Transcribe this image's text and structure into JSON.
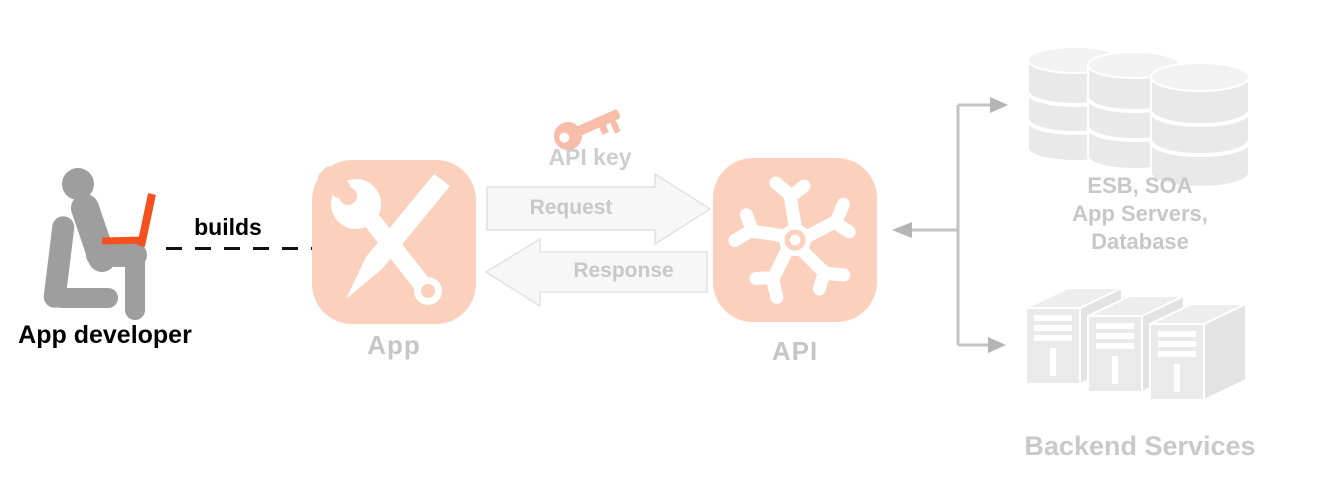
{
  "diagram": {
    "developer": {
      "name_label": "App developer",
      "relation_label": "builds"
    },
    "app": {
      "label": "App"
    },
    "exchange": {
      "key_label": "API key",
      "request_label": "Request",
      "response_label": "Response"
    },
    "api": {
      "label": "API"
    },
    "backends": {
      "datastores": {
        "lines": [
          "ESB, SOA",
          "App Servers,",
          "Database"
        ]
      },
      "services": {
        "label": "Backend Services"
      }
    },
    "icons": {
      "developer": "person-with-laptop-icon",
      "app": "wrench-and-pencil-icon",
      "key": "key-icon",
      "api": "spoke-wheel-icon",
      "datastores": "database-cylinders-icon",
      "services": "server-towers-icon"
    },
    "colors": {
      "accent_orange": "#F4511E",
      "node_salmon": "#FBD0BC",
      "key_salmon": "#F7BDA8",
      "person_gray": "#9E9E9E",
      "faded_icon_gray": "#EAEAEA",
      "label_gray": "#C6C6C6",
      "connector_gray": "#C2C2C2",
      "text_black": "#000000"
    }
  }
}
